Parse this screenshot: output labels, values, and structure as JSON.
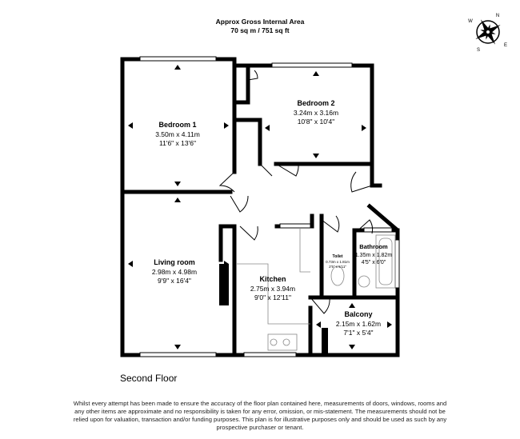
{
  "header": {
    "title": "Approx Gross Internal Area",
    "area": "70 sq m / 751 sq ft"
  },
  "floor_label": "Second Floor",
  "compass": {
    "icon": "compass-rose-icon",
    "letters": [
      "N",
      "E",
      "S",
      "W"
    ]
  },
  "rooms": [
    {
      "name": "Bedroom 1",
      "metric": "3.50m x 4.11m",
      "imperial": "11'6\" x 13'6\""
    },
    {
      "name": "Bedroom 2",
      "metric": "3.24m x 3.16m",
      "imperial": "10'8\" x 10'4\""
    },
    {
      "name": "Living room",
      "metric": "2.98m x 4.98m",
      "imperial": "9'9\" x 16'4\""
    },
    {
      "name": "Kitchen",
      "metric": "2.75m x 3.94m",
      "imperial": "9'0\" x 12'11\""
    },
    {
      "name": "Toilet",
      "metric": "0.73m x 1.81m",
      "imperial": "2'5\" x 5'11\""
    },
    {
      "name": "Bathroom",
      "metric": "1.35m x 1.82m",
      "imperial": "4'5\" x 6'0\""
    },
    {
      "name": "Balcony",
      "metric": "2.15m x 1.62m",
      "imperial": "7'1\" x 5'4\""
    }
  ],
  "disclaimer": "Whilst every attempt has been made to ensure the accuracy of the floor plan contained here, measurements of doors, windows, rooms and any other items are approximate and no responsibility is taken for any error, omission, or mis-statement. The measurements should not be relied upon for valuation, transaction and/or funding purposes. This plan is for illustrative purposes only and should be used as such by any prospective purchaser or tenant."
}
